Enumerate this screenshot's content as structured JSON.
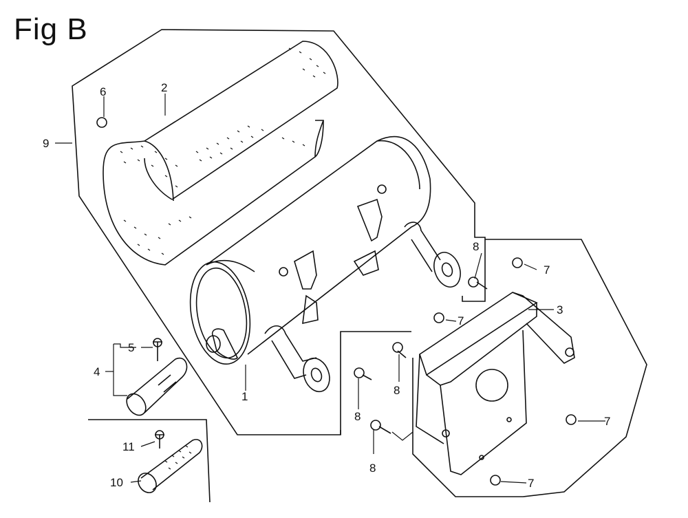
{
  "figure": {
    "title": "Fig B"
  },
  "callouts": {
    "c1": "1",
    "c2": "2",
    "c3": "3",
    "c4": "4",
    "c5": "5",
    "c6": "6",
    "c7a": "7",
    "c7b": "7",
    "c7c": "7",
    "c7d": "7",
    "c8a": "8",
    "c8b": "8",
    "c8c": "8",
    "c8d": "8",
    "c9": "9",
    "c10": "10",
    "c11": "11"
  },
  "colors": {
    "line": "#111111",
    "background": "#ffffff"
  }
}
